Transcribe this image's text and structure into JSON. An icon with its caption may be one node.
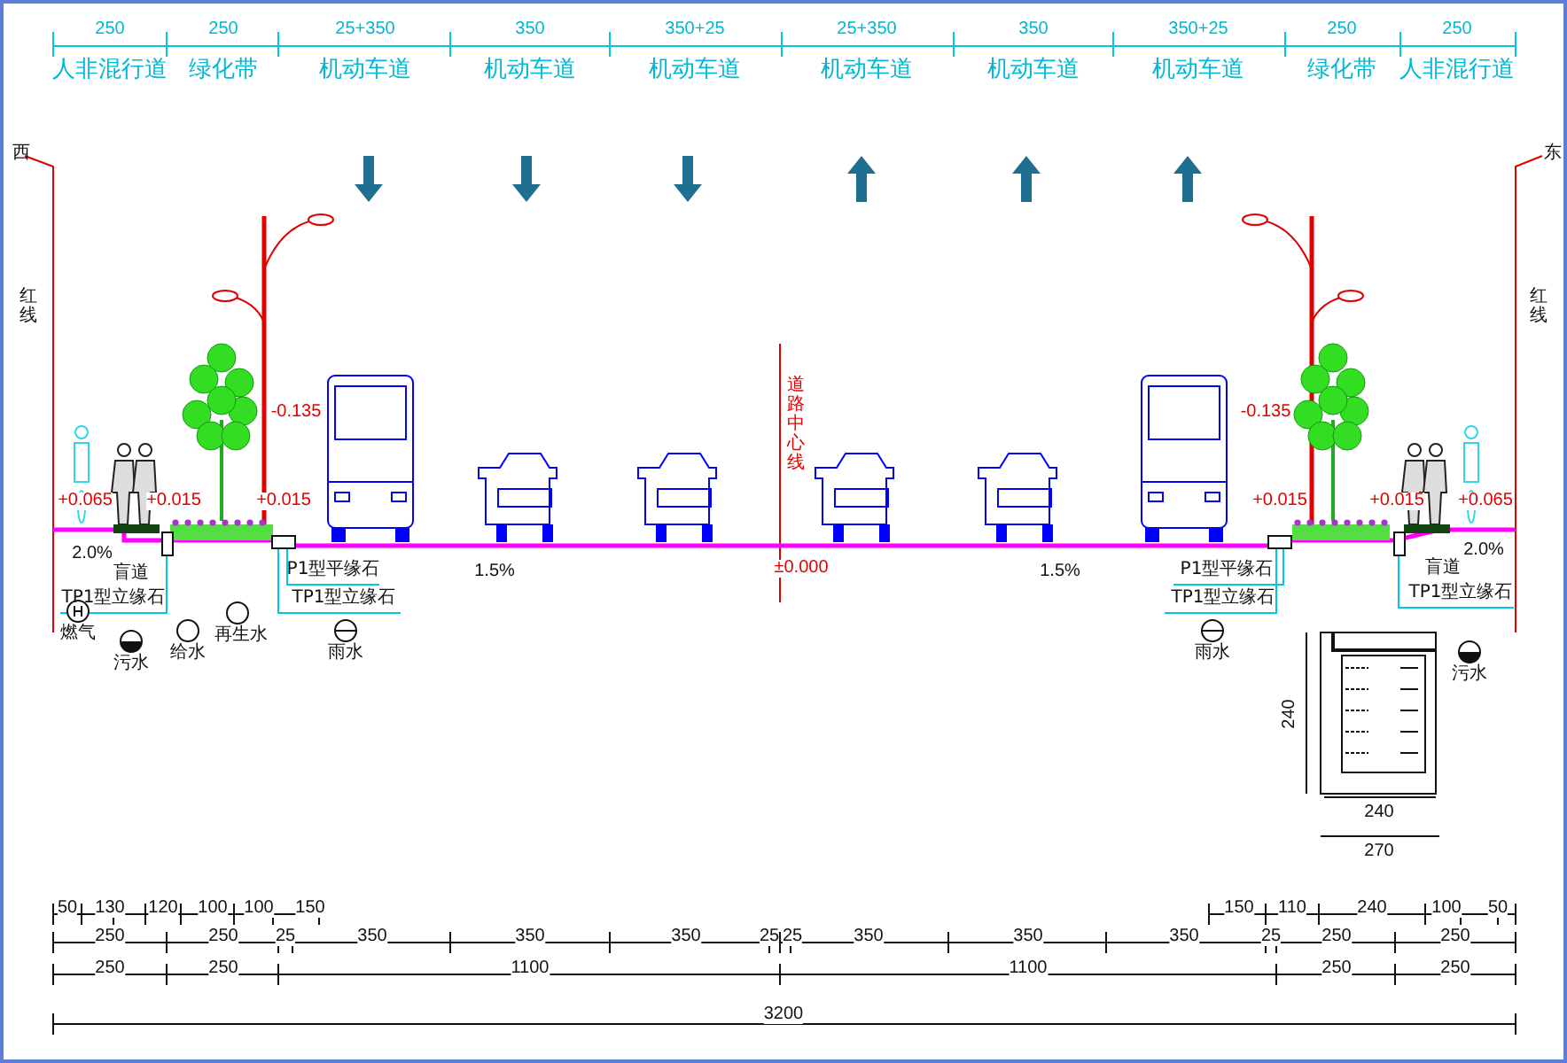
{
  "diagram": {
    "nodes": [
      {
        "text": [
          "TP1型立缘石"
        ]
      },
      {
        "text": [
          "P1型平缘石"
        ]
      },
      {
        "text": [
          "TP1型立缘石"
        ]
      },
      {
        "text": [
          "P1型平缘石"
        ]
      },
      {
        "text": [
          "TP1型立缘石"
        ]
      },
      {
        "text": [
          "TP1型立缘石"
        ]
      },
      {
        "text": [],
        "shape": "box"
      },
      {
        "text": [],
        "shape": "box"
      },
      {
        "text": [],
        "shape": "box"
      },
      {
        "text": [],
        "shape": "box"
      }
    ],
    "edges": [
      {
        "from": 0,
        "to": 6,
        "arrow": "none"
      },
      {
        "from": 1,
        "to": 7,
        "arrow": "none"
      },
      {
        "from": 2,
        "to": 7,
        "arrow": "none"
      },
      {
        "from": 3,
        "to": 8,
        "arrow": "none"
      },
      {
        "from": 4,
        "to": 8,
        "arrow": "none"
      },
      {
        "from": 5,
        "to": 9,
        "arrow": "none"
      }
    ],
    "labels": [
      "250",
      "250",
      "25+350",
      "350",
      "350+25",
      "25+350",
      "350",
      "350+25",
      "250",
      "250",
      "人非混行道",
      "绿化带",
      "机动车道",
      "机动车道",
      "机动车道",
      "机动车道",
      "机动车道",
      "机动车道",
      "绿化带",
      "人非混行道",
      "西",
      "东",
      "红线",
      "红线",
      "道路中心线",
      "+0.065",
      "+0.015",
      "-0.135",
      "+0.015",
      "2.0%",
      "盲道",
      "燃气",
      "污水",
      "给水",
      "再生水",
      "雨水",
      "1.5%",
      "±0.000",
      "1.5%",
      "-0.135",
      "+0.015",
      "+0.015",
      "+0.065",
      "盲道",
      "2.0%",
      "雨水",
      "污水",
      "240",
      "240",
      "270",
      "50",
      "130",
      "120",
      "100",
      "100",
      "150",
      "150",
      "110",
      "240",
      "100",
      "50",
      "250",
      "250",
      "25",
      "350",
      "350",
      "350",
      "25",
      "25",
      "350",
      "350",
      "350",
      "25",
      "250",
      "250",
      "250",
      "250",
      "1100",
      "1100",
      "250",
      "250",
      "3200"
    ]
  }
}
